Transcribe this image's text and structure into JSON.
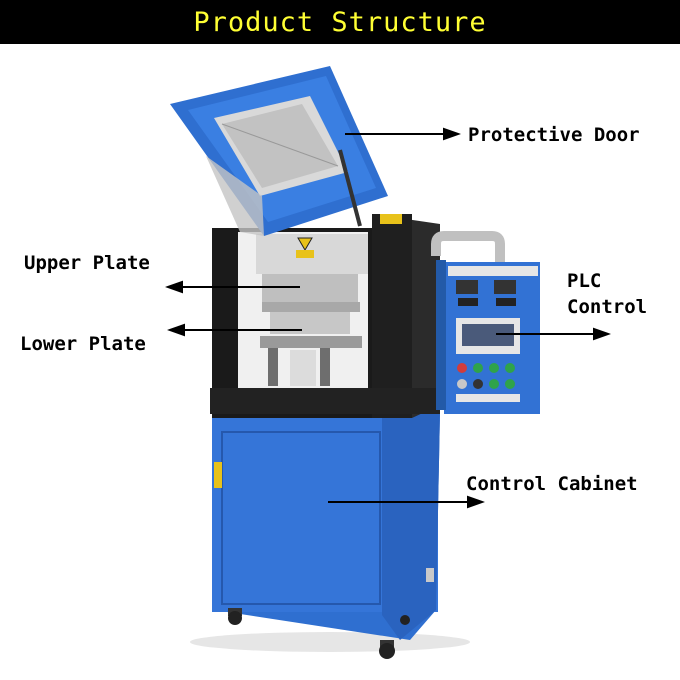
{
  "header": {
    "title": "Product Structure"
  },
  "labels": {
    "protective_door": "Protective Door",
    "upper_plate": "Upper Plate",
    "lower_plate": "Lower Plate",
    "plc_line1": "PLC",
    "plc_line2": "Control",
    "control_cabinet": "Control Cabinet"
  },
  "colors": {
    "header_bg": "#000000",
    "header_text": "#ffff33",
    "machine_blue": "#2f6fd0",
    "frame_black": "#1a1a1a"
  }
}
